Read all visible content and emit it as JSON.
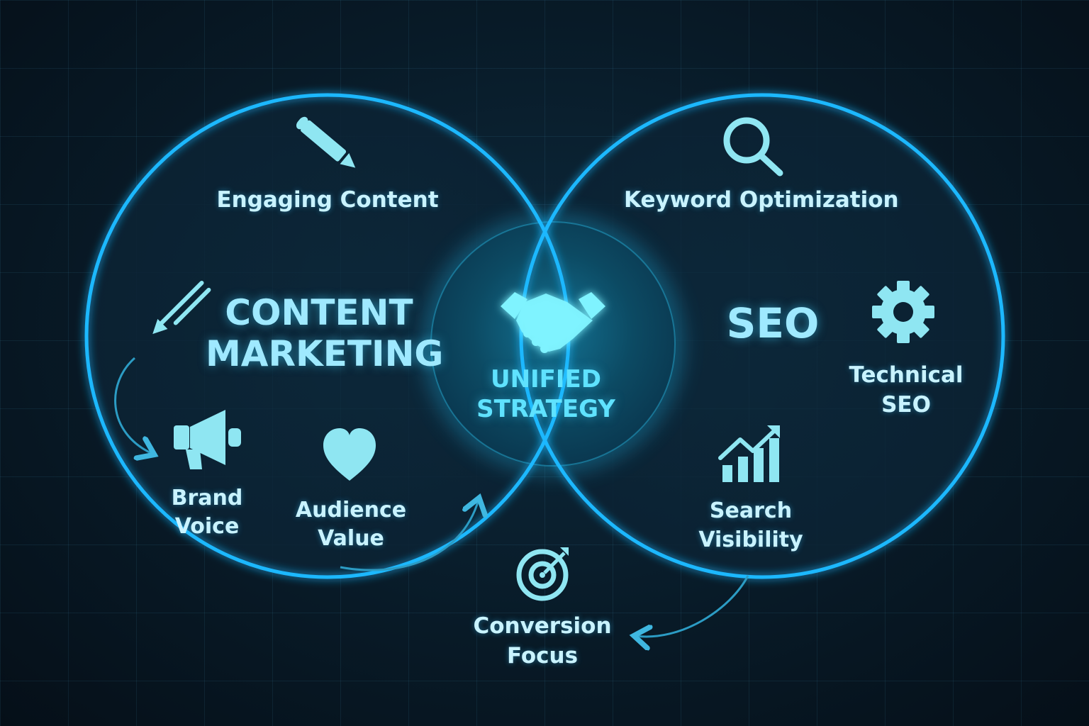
{
  "colors": {
    "circle_stroke": "#1fb8ff",
    "center_fill": "#0e5d7c",
    "icon": "#8fe6f2",
    "text": "#c9f3ff",
    "heading": "#9fe9ff"
  },
  "left_circle": {
    "title_line1": "CONTENT",
    "title_line2": "MARKETING",
    "engaging": "Engaging Content",
    "brand_line1": "Brand",
    "brand_line2": "Voice",
    "audience_line1": "Audience",
    "audience_line2": "Value"
  },
  "right_circle": {
    "title": "SEO",
    "keyword": "Keyword Optimization",
    "technical_line1": "Technical",
    "technical_line2": "SEO",
    "search_line1": "Search",
    "search_line2": "Visibility"
  },
  "center": {
    "line1": "UNIFIED",
    "line2": "STRATEGY"
  },
  "bottom": {
    "line1": "Conversion",
    "line2": "Focus"
  },
  "icons": [
    "pencil-icon",
    "pen-icon",
    "megaphone-icon",
    "heart-icon",
    "handshake-icon",
    "search-icon",
    "gear-icon",
    "growth-chart-icon",
    "target-icon"
  ]
}
